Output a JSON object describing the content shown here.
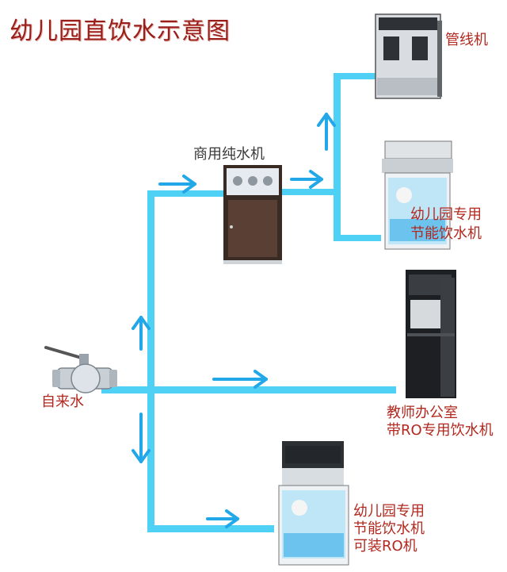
{
  "title": "幼儿园直饮水示意图",
  "labels": {
    "source": "自来水",
    "purifier": "商用纯水机",
    "pipeline": "管线机",
    "kindergarten_top_line1": "幼儿园专用",
    "kindergarten_top_line2": "节能饮水机",
    "office_line1": "教师办公室",
    "office_line2": "带RO专用饮水机",
    "kindergarten_bottom_line1": "幼儿园专用",
    "kindergarten_bottom_line2": "节能饮水机",
    "kindergarten_bottom_line3": "可装RO机"
  },
  "colors": {
    "pipe": "#4fd0f5",
    "arrow": "#22a8e8",
    "label_red": "#b2281e",
    "title_red": "#9a1f1a"
  }
}
